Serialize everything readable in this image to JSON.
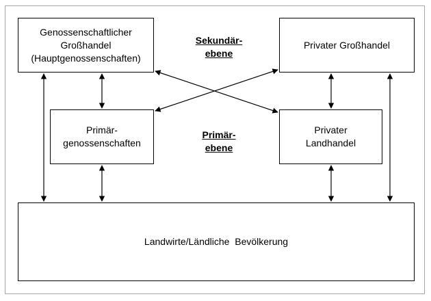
{
  "boxes": {
    "genossenschaftlicher_grosshandel": {
      "lines": [
        "Genossenschaftlicher",
        "Großhandel",
        "(Hauptgenossenschaften)"
      ]
    },
    "privater_grosshandel": {
      "lines": [
        "Privater Großhandel"
      ]
    },
    "primaergenossenschaften": {
      "lines": [
        "Primär-",
        "genossenschaften"
      ]
    },
    "privater_landhandel": {
      "lines": [
        "Privater",
        "Landhandel"
      ]
    },
    "landwirte": {
      "lines": [
        "Landwirte/Ländliche  Bevölkerung"
      ]
    }
  },
  "levels": {
    "sekundaer": [
      "Sekundär-",
      "ebene"
    ],
    "primaer": [
      "Primär-",
      "ebene"
    ]
  },
  "colors": {
    "frame": "#a6a6a6",
    "line": "#000000"
  }
}
